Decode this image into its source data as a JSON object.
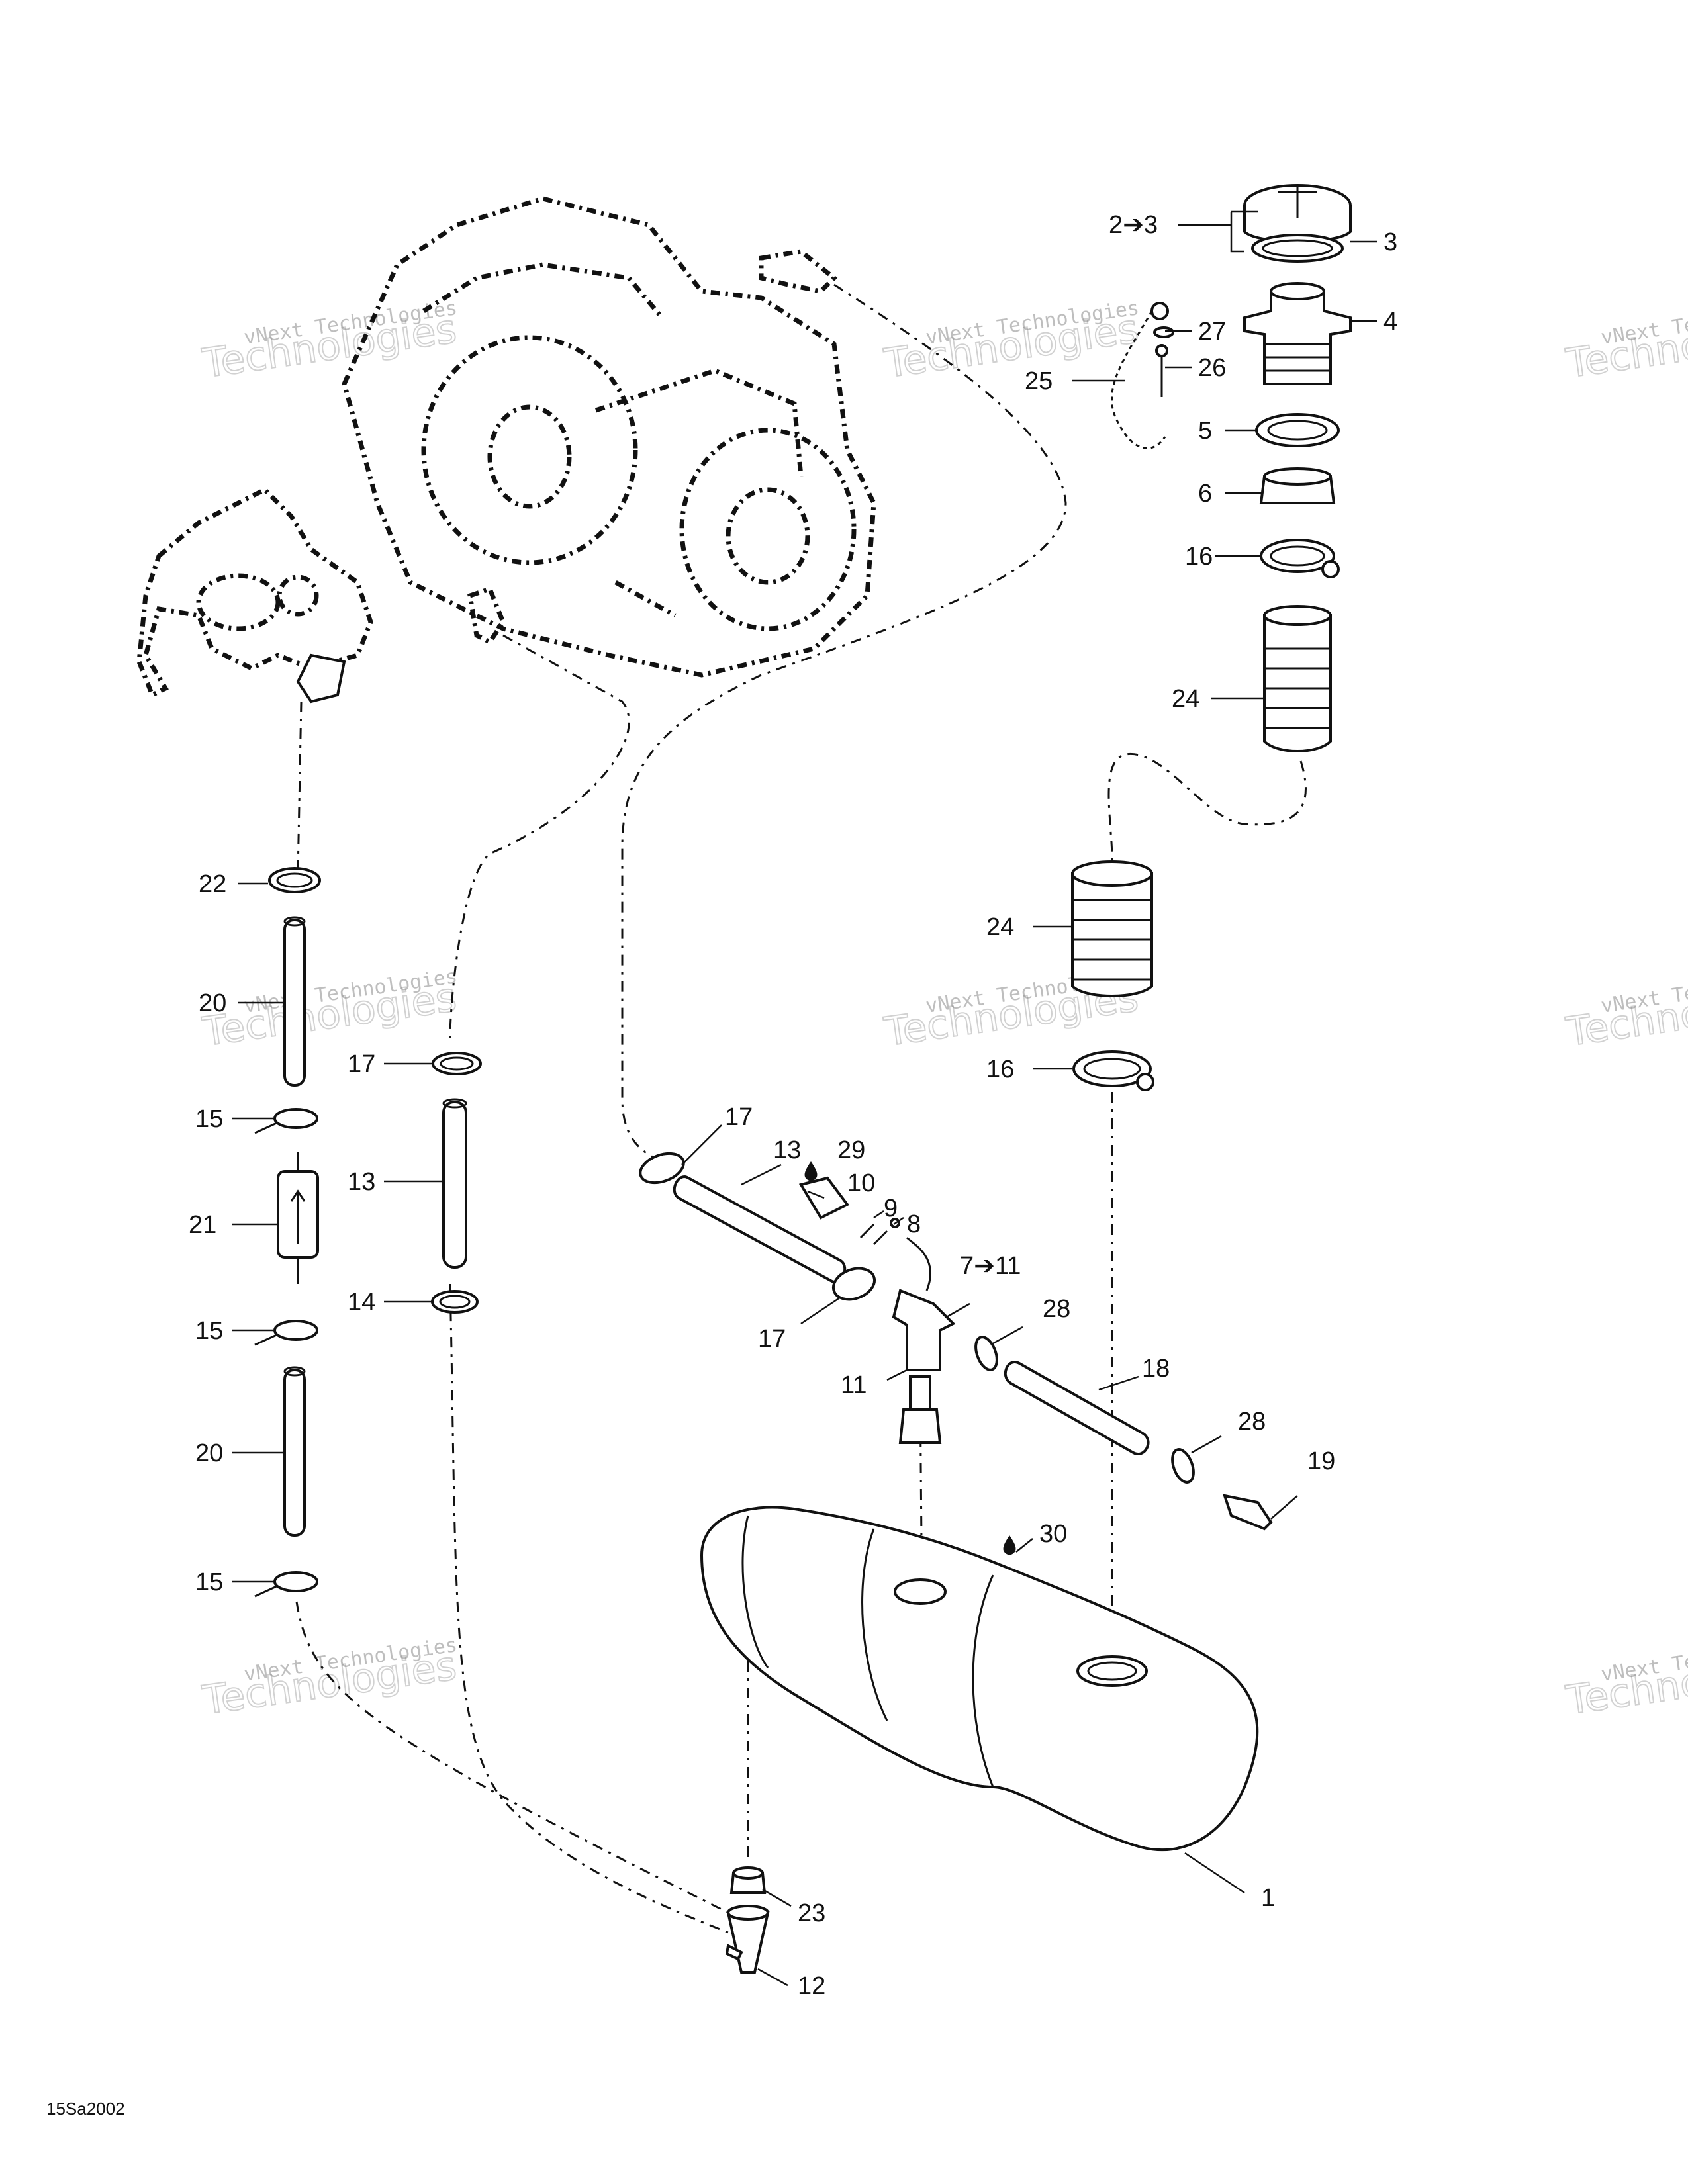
{
  "diagram_ref": "15Sa2002",
  "watermark": {
    "line1": "vNext Technologies",
    "line2": "Technologies"
  },
  "callouts": {
    "c1": "1",
    "c2_3": "2➔3",
    "c3": "3",
    "c4": "4",
    "c5": "5",
    "c6": "6",
    "c7_11": "7➔11",
    "c8": "8",
    "c9": "9",
    "c10": "10",
    "c11": "11",
    "c12": "12",
    "c13_left": "13",
    "c13_right": "13",
    "c14": "14",
    "c15_top": "15",
    "c15_mid": "15",
    "c15_bot": "15",
    "c16_top": "16",
    "c16_bot": "16",
    "c17_left": "17",
    "c17_top": "17",
    "c17_bot": "17",
    "c18": "18",
    "c19": "19",
    "c20_top": "20",
    "c20_bot": "20",
    "c21": "21",
    "c22": "22",
    "c23": "23",
    "c24_top": "24",
    "c24_bot": "24",
    "c25": "25",
    "c26": "26",
    "c27": "27",
    "c28_top": "28",
    "c28_bot": "28",
    "c29": "29",
    "c30": "30"
  }
}
